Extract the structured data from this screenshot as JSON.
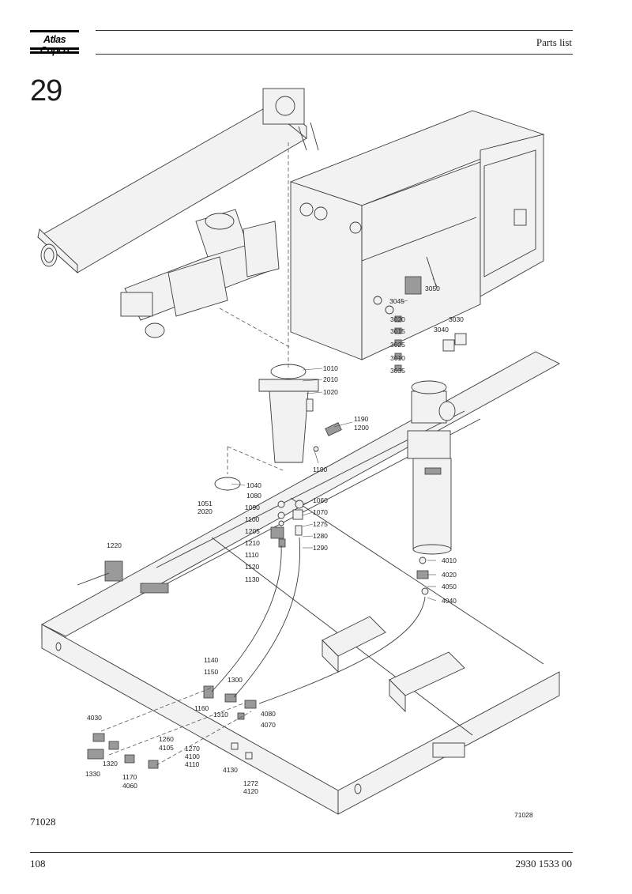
{
  "header": {
    "brand": "Atlas Copco",
    "title": "Parts list"
  },
  "section_number": "29",
  "figure_id": "71028",
  "footer": {
    "page_number": "108",
    "document_number": "2930 1533 00"
  },
  "callouts": [
    "1010",
    "2010",
    "1020",
    "1190",
    "1200",
    "1190",
    "1040",
    "1080",
    "1060",
    "1051",
    "2020",
    "1090",
    "1070",
    "1100",
    "1275",
    "1205",
    "1280",
    "1210",
    "1290",
    "1110",
    "1120",
    "1130",
    "1220",
    "3045",
    "3050",
    "3020",
    "3030",
    "3015",
    "3040",
    "3025",
    "3010",
    "3035",
    "4010",
    "4020",
    "4050",
    "4040",
    "1140",
    "1150",
    "1300",
    "1160",
    "1310",
    "4080",
    "4070",
    "4030",
    "1260",
    "4105",
    "1270",
    "4100",
    "4110",
    "1320",
    "1330",
    "1170",
    "4060",
    "4130",
    "1272",
    "4120",
    "71028"
  ]
}
